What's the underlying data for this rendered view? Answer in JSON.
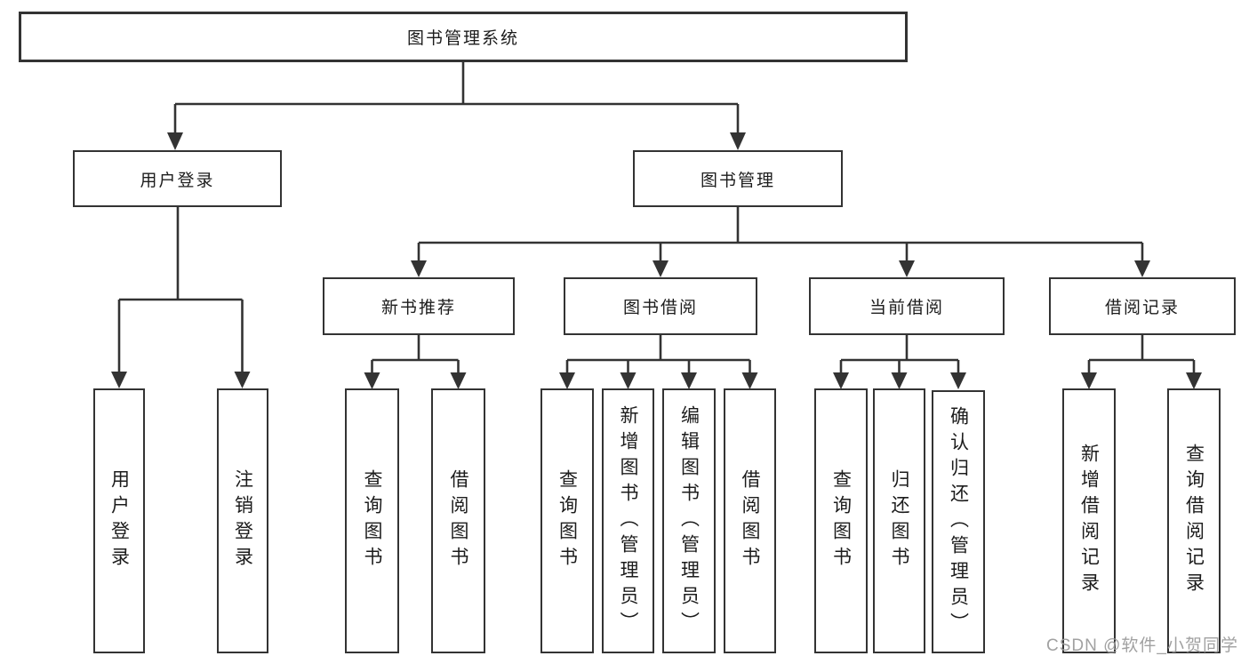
{
  "diagram": {
    "root": {
      "label": "图书管理系统"
    },
    "branches": [
      {
        "label": "用户登录",
        "children": [
          {
            "label": "用户登录"
          },
          {
            "label": "注销登录"
          }
        ]
      },
      {
        "label": "图书管理",
        "children": [
          {
            "label": "新书推荐",
            "children": [
              {
                "label": "查询图书"
              },
              {
                "label": "借阅图书"
              }
            ]
          },
          {
            "label": "图书借阅",
            "children": [
              {
                "label": "查询图书"
              },
              {
                "label": "新增图书（管理员）"
              },
              {
                "label": "编辑图书（管理员）"
              },
              {
                "label": "借阅图书"
              }
            ]
          },
          {
            "label": "当前借阅",
            "children": [
              {
                "label": "查询图书"
              },
              {
                "label": "归还图书"
              },
              {
                "label": "确认归还（管理员）"
              }
            ]
          },
          {
            "label": "借阅记录",
            "children": [
              {
                "label": "新增借阅记录"
              },
              {
                "label": "查询借阅记录"
              }
            ]
          }
        ]
      }
    ]
  },
  "watermark": "CSDN @软件_小贺同学",
  "colors": {
    "line": "#333333",
    "text": "#1c1c1c",
    "background": "#ffffff",
    "watermark": "#9c9c9c"
  }
}
